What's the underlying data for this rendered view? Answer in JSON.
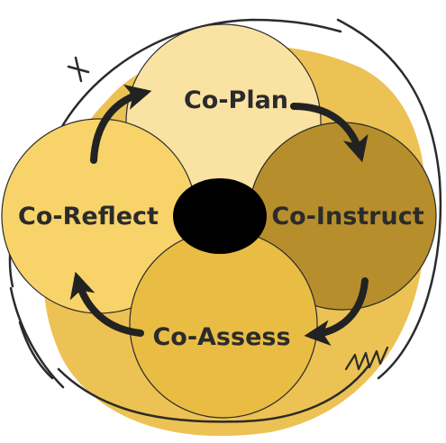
{
  "diagram": {
    "nodes": [
      {
        "id": "plan",
        "label": "Co-Plan",
        "color": "#fae2a3"
      },
      {
        "id": "instruct",
        "label": "Co-Instruct",
        "color": "#b68f2c"
      },
      {
        "id": "assess",
        "label": "Co-Assess",
        "color": "#e9bd43"
      },
      {
        "id": "reflect",
        "label": "Co-Reflect",
        "color": "#f7d36a"
      }
    ],
    "center_color": "#000000",
    "blob_color": "#edc254",
    "outline_color": "#2b2b2b"
  }
}
